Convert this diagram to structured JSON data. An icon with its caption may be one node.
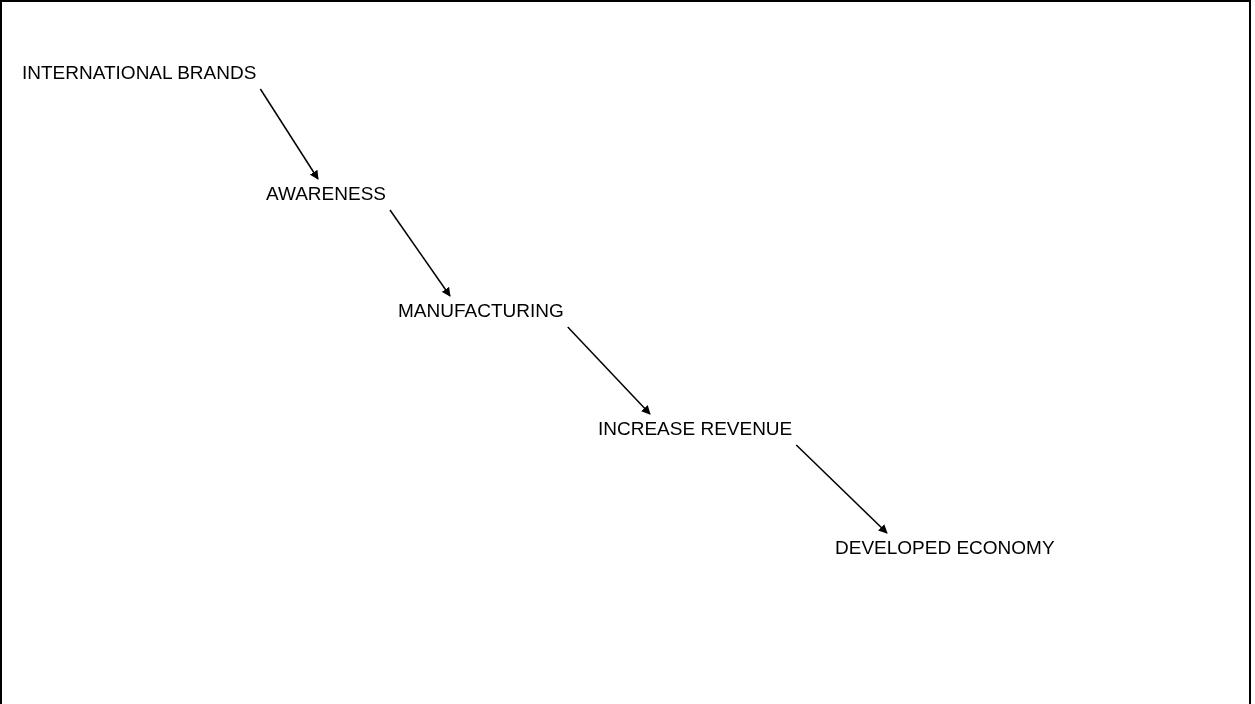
{
  "diagram": {
    "nodes": [
      {
        "text": [
          "INTERNATIONAL BRANDS"
        ]
      },
      {
        "text": [
          "AWARENESS"
        ]
      },
      {
        "text": [
          "MANUFACTURING"
        ]
      },
      {
        "text": [
          "INCREASE REVENUE"
        ]
      },
      {
        "text": [
          "DEVELOPED ECONOMY"
        ]
      }
    ],
    "edges": [
      {
        "from": 0,
        "to": 1,
        "arrow": "to"
      },
      {
        "from": 1,
        "to": 2,
        "arrow": "to"
      },
      {
        "from": 2,
        "to": 3,
        "arrow": "to"
      },
      {
        "from": 3,
        "to": 4,
        "arrow": "to"
      }
    ]
  }
}
